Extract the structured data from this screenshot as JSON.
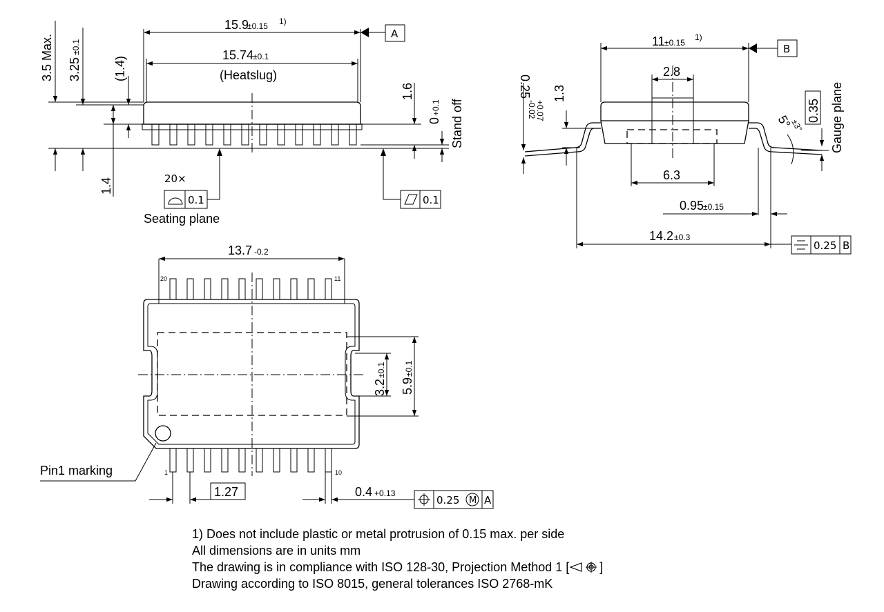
{
  "side_view": {
    "overall_length": "15.9",
    "overall_length_tol": "±0.15",
    "overall_length_note": "1)",
    "datum_a": "A",
    "heatslug_length": "15.74",
    "heatslug_length_tol": "±0.1",
    "heatslug_label": "(Heatslug)",
    "max_height": "3.5 Max.",
    "body_height": "3.25",
    "body_height_tol": "±0.1",
    "ref_height": "(1.4)",
    "lead_height": "1.6",
    "standoff_value": "0",
    "standoff_tol": "+0.1",
    "standoff_label": "Stand off",
    "bottom_height": "1.4",
    "lead_count": "20×",
    "profile_tol": "0.1",
    "flatness_tol": "0.1",
    "seating_plane": "Seating plane"
  },
  "end_view": {
    "overall_width": "11",
    "overall_width_tol": "±0.15",
    "overall_width_note": "1)",
    "datum_b": "B",
    "slug_width": "2.8",
    "lead_thickness": "0.25",
    "lead_thickness_tol_upper": "+0.07",
    "lead_thickness_tol_lower": "-0.02",
    "body_offset": "1.3",
    "gauge_value": "0.35",
    "gauge_label": "Gauge plane",
    "angle": "5°",
    "angle_tol": "±3°",
    "pad_width": "6.3",
    "foot_length": "0.95",
    "foot_length_tol": "±0.15",
    "span": "14.2",
    "span_tol": "±0.3",
    "symmetry_tol": "0.25",
    "symmetry_datum": "B"
  },
  "top_view": {
    "body_length": "13.7",
    "body_length_tol": "-0.2",
    "pin_20": "20",
    "pin_11": "11",
    "pin_1": "1",
    "pin_10": "10",
    "slot_width": "3.2",
    "slot_width_tol": "±0.1",
    "pad_height": "5.9",
    "pad_height_tol": "±0.1",
    "pin1_label": "Pin1 marking",
    "pitch": "1.27",
    "lead_width": "0.4",
    "lead_width_tol": "+0.13",
    "position_tol": "0.25",
    "position_modifier": "M",
    "position_datum": "A"
  },
  "notes": [
    "1) Does not include plastic or metal protrusion of 0.15 max. per side",
    "All dimensions are in units mm",
    "The drawing is in compliance with ISO 128-30, Projection Method 1 [",
    "Drawing according to ISO 8015, general tolerances ISO 2768-mK"
  ],
  "notes_suffix": "]"
}
